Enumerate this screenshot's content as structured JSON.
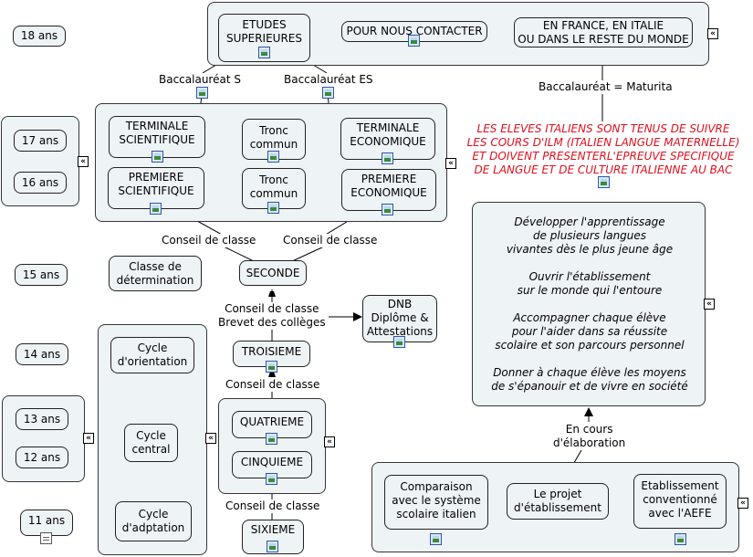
{
  "ages": {
    "a18": "18 ans",
    "a17": "17 ans",
    "a16": "16 ans",
    "a15": "15 ans",
    "a14": "14 ans",
    "a13": "13 ans",
    "a12": "12 ans",
    "a11": "11 ans"
  },
  "top": {
    "etudes_l1": "ETUDES",
    "etudes_l2": "SUPERIEURES",
    "contact": "POUR NOUS CONTACTER",
    "france_l1": "EN FRANCE, EN ITALIE",
    "france_l2": "OU DANS LE RESTE DU MONDE"
  },
  "links": {
    "bac_s": "Baccalauréat S",
    "bac_es": "Baccalauréat ES",
    "bac_maturita": "Baccalauréat = Maturita",
    "conseil_left": "Conseil de classe",
    "conseil_right": "Conseil de classe",
    "conseil_brevet_l1": "Conseil de classe",
    "conseil_brevet_l2": "Brevet des collèges",
    "conseil_troisieme": "Conseil de classe",
    "conseil_sixieme": "Conseil de classe",
    "en_cours_l1": "En cours",
    "en_cours_l2": "d'élaboration"
  },
  "lycee": {
    "term_sci_l1": "TERMINALE",
    "term_sci_l2": "SCIENTIFIQUE",
    "tronc1_l1": "Tronc",
    "tronc1_l2": "commun",
    "term_eco_l1": "TERMINALE",
    "term_eco_l2": "ECONOMIQUE",
    "prem_sci_l1": "PREMIERE",
    "prem_sci_l2": "SCIENTIFIQUE",
    "tronc2_l1": "Tronc",
    "tronc2_l2": "commun",
    "prem_eco_l1": "PREMIERE",
    "prem_eco_l2": "ECONOMIQUE"
  },
  "middle": {
    "seconde": "SECONDE",
    "determination_l1": "Classe de",
    "determination_l2": "détermination",
    "dnb_l1": "DNB",
    "dnb_l2": "Diplôme &",
    "dnb_l3": "Attestations",
    "troisieme": "TROISIEME",
    "quatrieme": "QUATRIEME",
    "cinquieme": "CINQUIEME",
    "sixieme": "SIXIEME"
  },
  "cycles": {
    "orientation_l1": "Cycle",
    "orientation_l2": "d'orientation",
    "central_l1": "Cycle",
    "central_l2": "central",
    "adaptation_l1": "Cycle",
    "adaptation_l2": "d'adptation"
  },
  "italian_note": {
    "l1": "LES ELEVES ITALIENS SONT TENUS DE SUIVRE",
    "l2": "LES COURS D'ILM (ITALIEN LANGUE MATERNELLE)",
    "l3": "ET DOIVENT PRESENTERL'EPREUVE SPECIFIQUE",
    "l4": "DE LANGUE ET DE CULTURE ITALIENNE AU BAC"
  },
  "objectives": {
    "p1_l1": "Développer l'apprentissage",
    "p1_l2": "de plusieurs langues",
    "p1_l3": "vivantes dès le plus jeune âge",
    "p2_l1": "Ouvrir l'établissement",
    "p2_l2": "sur le monde qui l'entoure",
    "p3_l1": "Accompagner chaque élève",
    "p3_l2": "pour l'aider dans sa réussite",
    "p3_l3": "scolaire et son parcours personnel",
    "p4_l1": "Donner à chaque élève les moyens",
    "p4_l2": "de s'épanouir et de vivre en société"
  },
  "bottom": {
    "comparaison_l1": "Comparaison",
    "comparaison_l2": "avec le système",
    "comparaison_l3": "scolaire italien",
    "projet_l1": "Le projet",
    "projet_l2": "d'établissement",
    "aefe_l1": "Etablissement",
    "aefe_l2": "conventionné",
    "aefe_l3": "avec l'AEFE"
  },
  "colors": {
    "accent_red": "#e0101e",
    "box_fill": "#eef3f6",
    "border": "#222222"
  },
  "icons": [
    "image-icon",
    "document-icon",
    "collapse-chevron-icon"
  ]
}
